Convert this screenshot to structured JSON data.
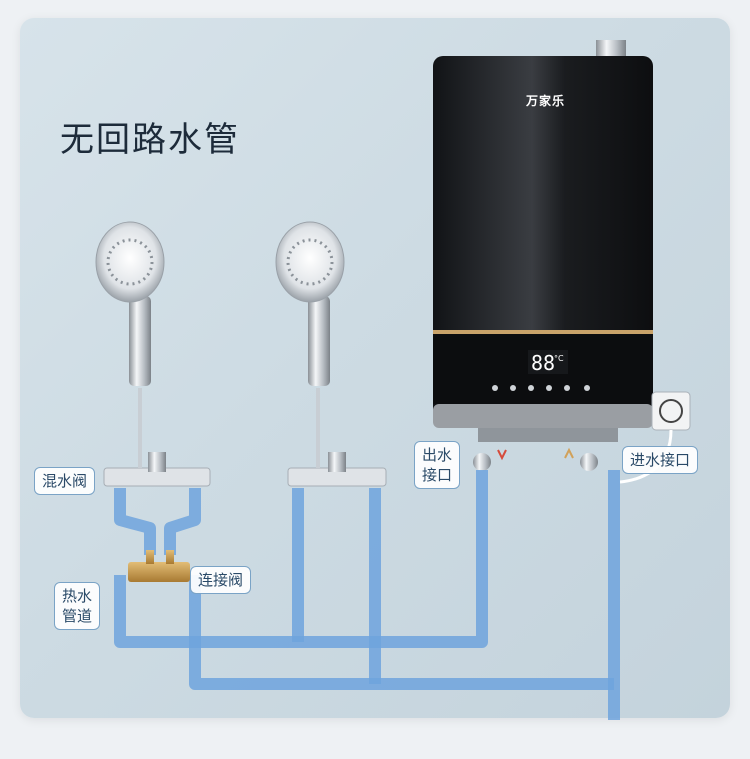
{
  "title": "无回路水管",
  "brand": "万家乐",
  "display": {
    "digits": "88",
    "unit": "°C"
  },
  "labels": {
    "mix_valve": "混水阀",
    "outlet_line1": "出水",
    "outlet_line2": "接口",
    "inlet": "进水接口",
    "hot_pipe_line1": "热水",
    "hot_pipe_line2": "管道",
    "connect_valve": "连接阀"
  },
  "colors": {
    "pipe": "#6fa3dd",
    "heater_body": "#1d1f22",
    "accent": "#c9a36a",
    "tag_border": "#7aa3c6"
  }
}
